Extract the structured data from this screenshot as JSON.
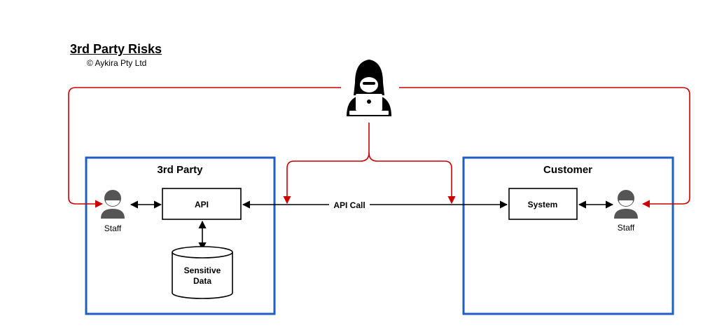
{
  "header": {
    "title": "3rd Party Risks",
    "copyright": "© Aykira Pty Ltd"
  },
  "third_party": {
    "title": "3rd Party",
    "api_label": "API",
    "db_line1": "Sensitive",
    "db_line2": "Data",
    "staff_label": "Staff"
  },
  "customer": {
    "title": "Customer",
    "system_label": "System",
    "staff_label": "Staff"
  },
  "connection": {
    "api_call_label": "API Call"
  },
  "colors": {
    "boundary": "#1f5fc4",
    "threat": "#cc0000",
    "flow": "#000000"
  },
  "icons": [
    "hacker-icon",
    "user-icon"
  ]
}
